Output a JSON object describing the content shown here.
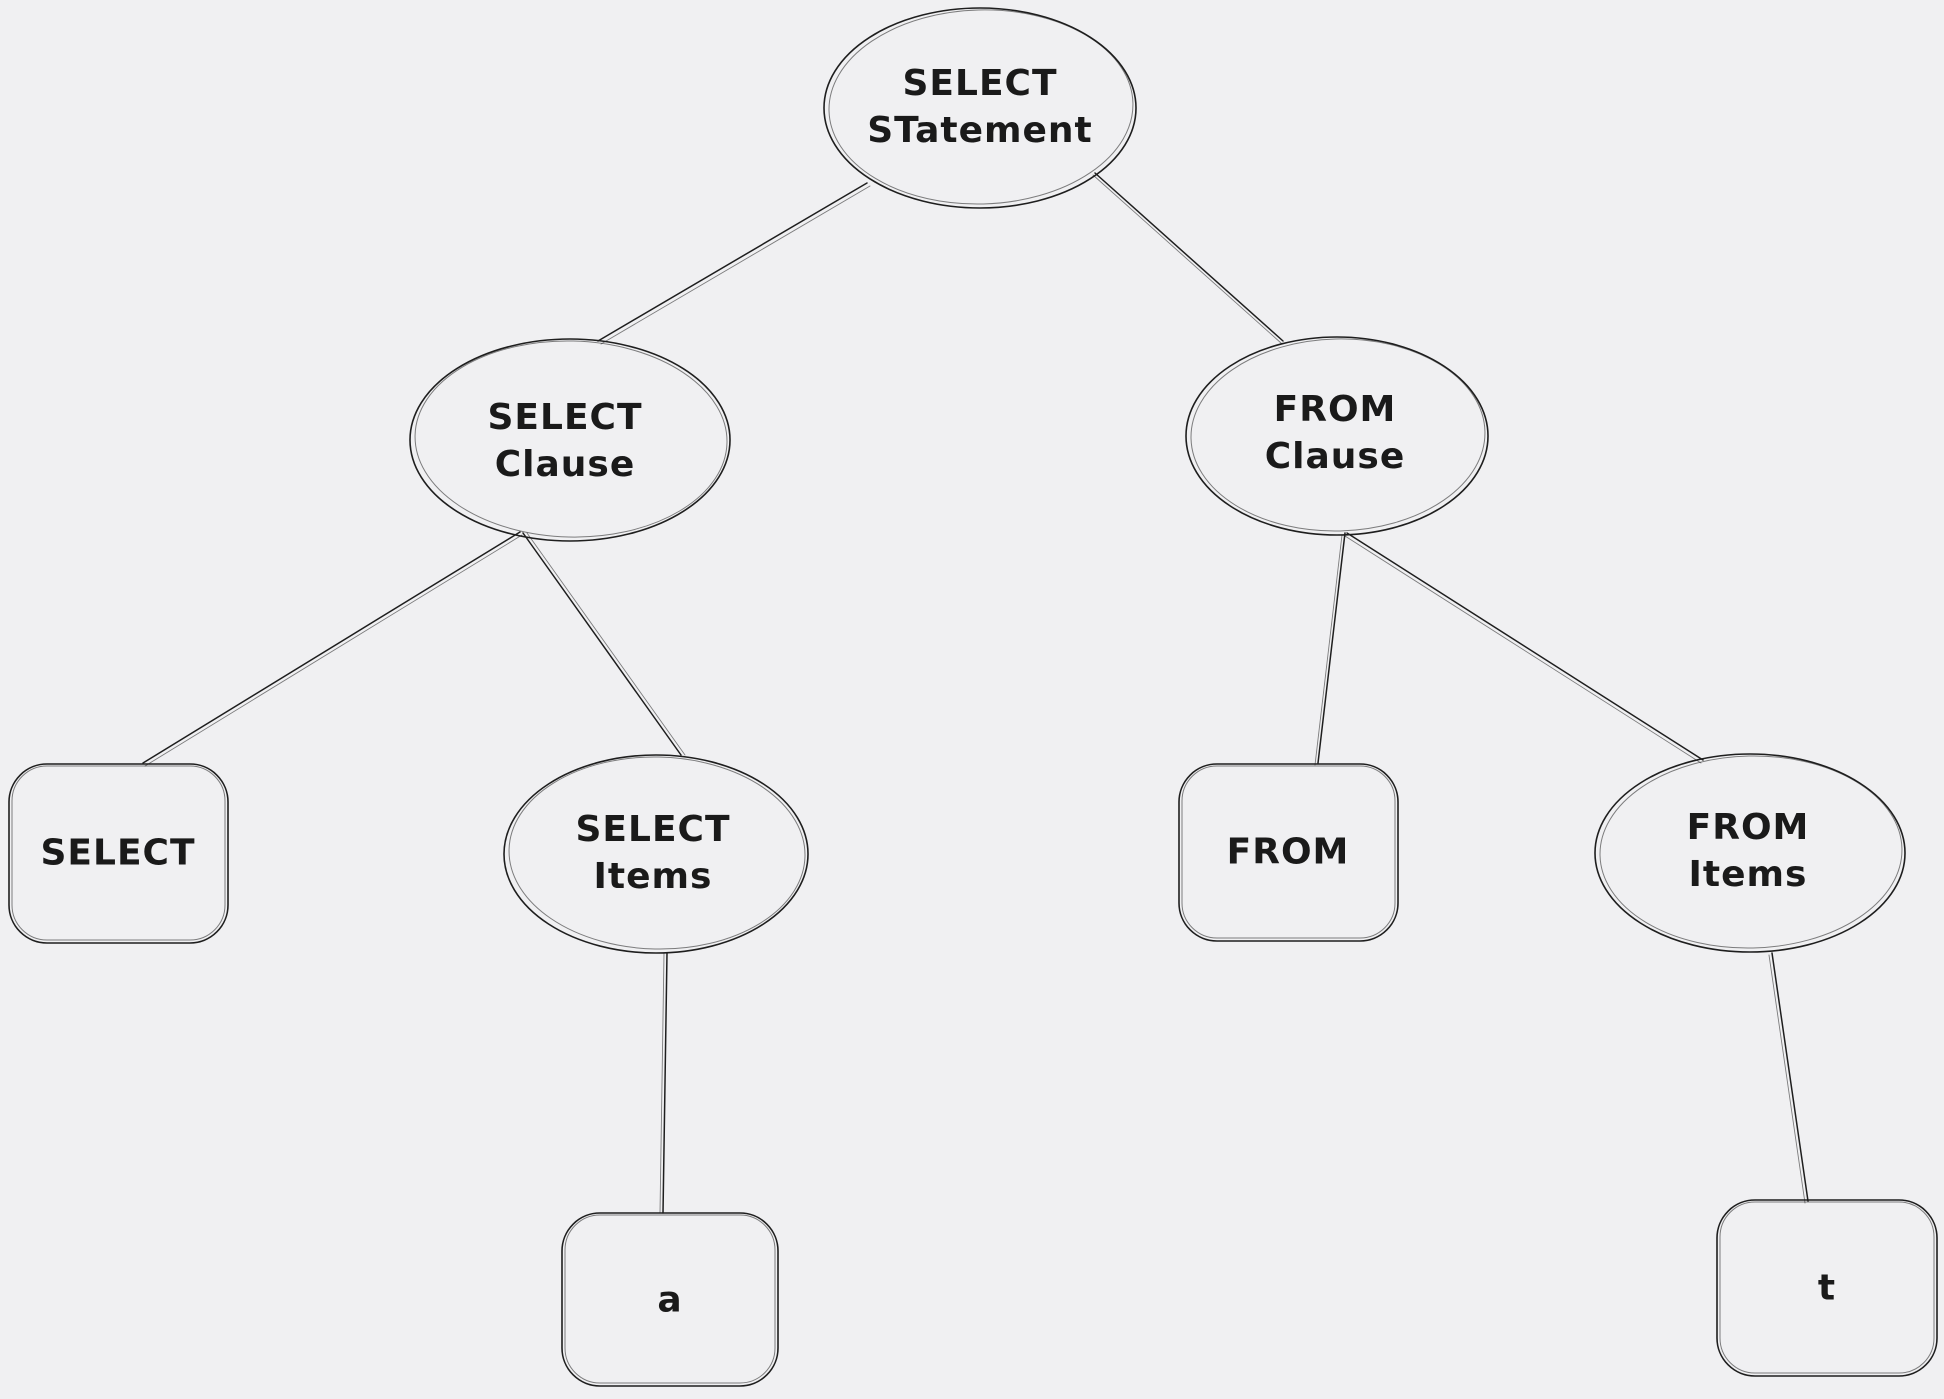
{
  "canvas": {
    "background_color": "#f0f0f2",
    "stroke_color": "#1e1e1e",
    "text_color": "#1a1a1a"
  },
  "diagram": {
    "description": "Hand-drawn parse tree of a SQL SELECT statement",
    "nodes": [
      {
        "id": "select-statement",
        "shape": "ellipse",
        "lines": [
          "SELECT",
          "STatement"
        ]
      },
      {
        "id": "select-clause",
        "shape": "ellipse",
        "lines": [
          "SELECT",
          "Clause"
        ]
      },
      {
        "id": "from-clause",
        "shape": "ellipse",
        "lines": [
          "FROM",
          "Clause"
        ]
      },
      {
        "id": "select-keyword",
        "shape": "rounded-rectangle",
        "lines": [
          "SELECT"
        ]
      },
      {
        "id": "select-items",
        "shape": "ellipse",
        "lines": [
          "SELECT",
          "Items"
        ]
      },
      {
        "id": "from-keyword",
        "shape": "rounded-rectangle",
        "lines": [
          "FROM"
        ]
      },
      {
        "id": "from-items",
        "shape": "ellipse",
        "lines": [
          "FROM",
          "Items"
        ]
      },
      {
        "id": "item-a",
        "shape": "rounded-rectangle",
        "lines": [
          "a"
        ]
      },
      {
        "id": "item-t",
        "shape": "rounded-rectangle",
        "lines": [
          "t"
        ]
      }
    ],
    "edges": [
      {
        "from": "select-statement",
        "to": "select-clause"
      },
      {
        "from": "select-statement",
        "to": "from-clause"
      },
      {
        "from": "select-clause",
        "to": "select-keyword"
      },
      {
        "from": "select-clause",
        "to": "select-items"
      },
      {
        "from": "from-clause",
        "to": "from-keyword"
      },
      {
        "from": "from-clause",
        "to": "from-items"
      },
      {
        "from": "select-items",
        "to": "item-a"
      },
      {
        "from": "from-items",
        "to": "item-t"
      }
    ]
  }
}
